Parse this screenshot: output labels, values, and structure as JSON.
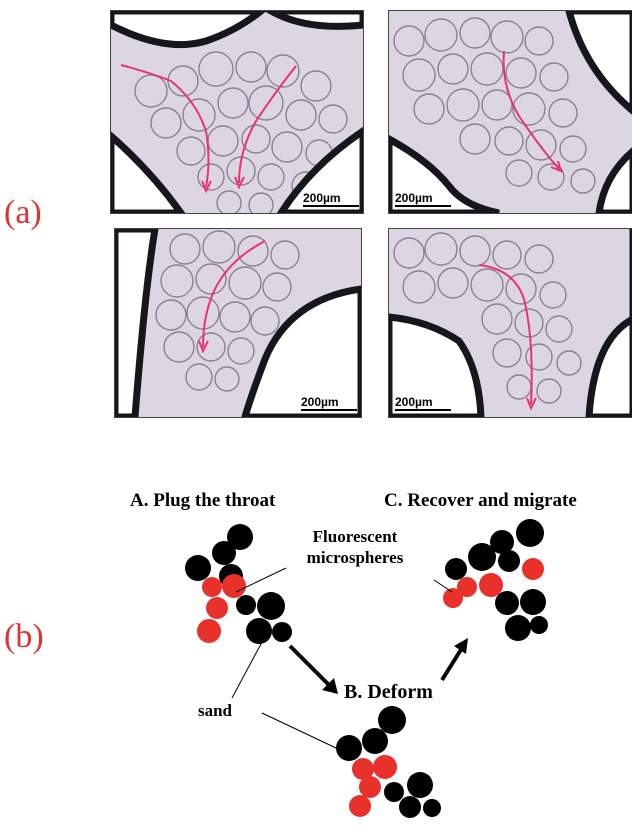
{
  "panels": {
    "a": "(a)",
    "b": "(b)"
  },
  "micrographs": [
    {
      "scale": "200µm"
    },
    {
      "scale": "200µm"
    },
    {
      "scale": "200µm"
    },
    {
      "scale": "200µm"
    }
  ],
  "schematic": {
    "step_a": "A. Plug the throat",
    "step_b": "B. Deform",
    "step_c": "C. Recover and migrate",
    "fluor_line1": "Fluorescent",
    "fluor_line2": "microspheres",
    "sand": "sand"
  },
  "colors": {
    "label_red": "#e0322f",
    "sand": "#000000",
    "microsphere": "#e8312b",
    "flow_arrow": "#e8336f"
  }
}
